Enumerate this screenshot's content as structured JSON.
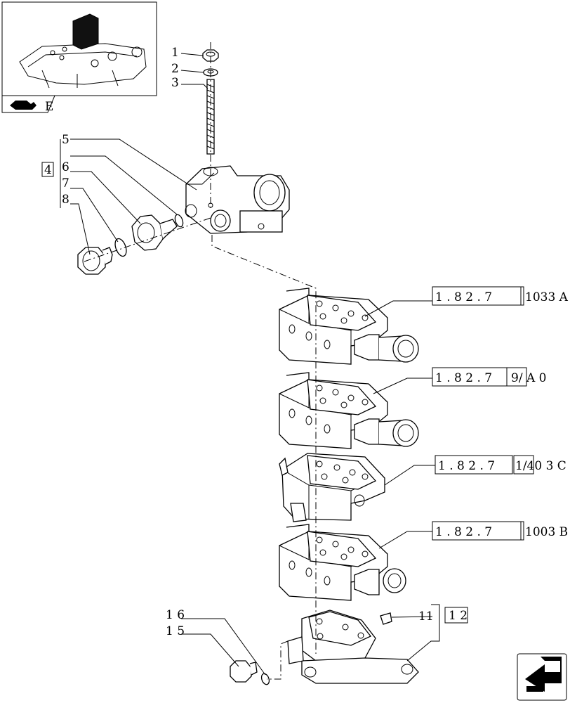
{
  "parts": [
    {
      "id": "p1",
      "label": "1"
    },
    {
      "id": "p2",
      "label": "2"
    },
    {
      "id": "p3",
      "label": "3"
    },
    {
      "id": "p4",
      "label": "4"
    },
    {
      "id": "p5",
      "label": "5"
    },
    {
      "id": "p6",
      "label": "6"
    },
    {
      "id": "p7",
      "label": "7"
    },
    {
      "id": "p8",
      "label": "8"
    },
    {
      "id": "p11",
      "label": "11"
    },
    {
      "id": "p12",
      "label": "1 2"
    },
    {
      "id": "p15",
      "label": "1 5"
    },
    {
      "id": "p16",
      "label": "1 6"
    }
  ],
  "references": [
    {
      "code": "1 . 8 2 . 7",
      "suffix": "1033 A"
    },
    {
      "code": "1 . 8 2 . 7",
      "suffix": "9/ A    0"
    },
    {
      "code": "1 . 8 2 . 7",
      "suffix": "1/40 3 C"
    },
    {
      "code": "1 . 8 2 . 7",
      "suffix": "1003 B"
    }
  ],
  "thumbnail": {
    "label": "E"
  },
  "icons": {
    "thumbnail": "assembly-location-thumbnail",
    "nav": "next-page-arrow-icon"
  }
}
